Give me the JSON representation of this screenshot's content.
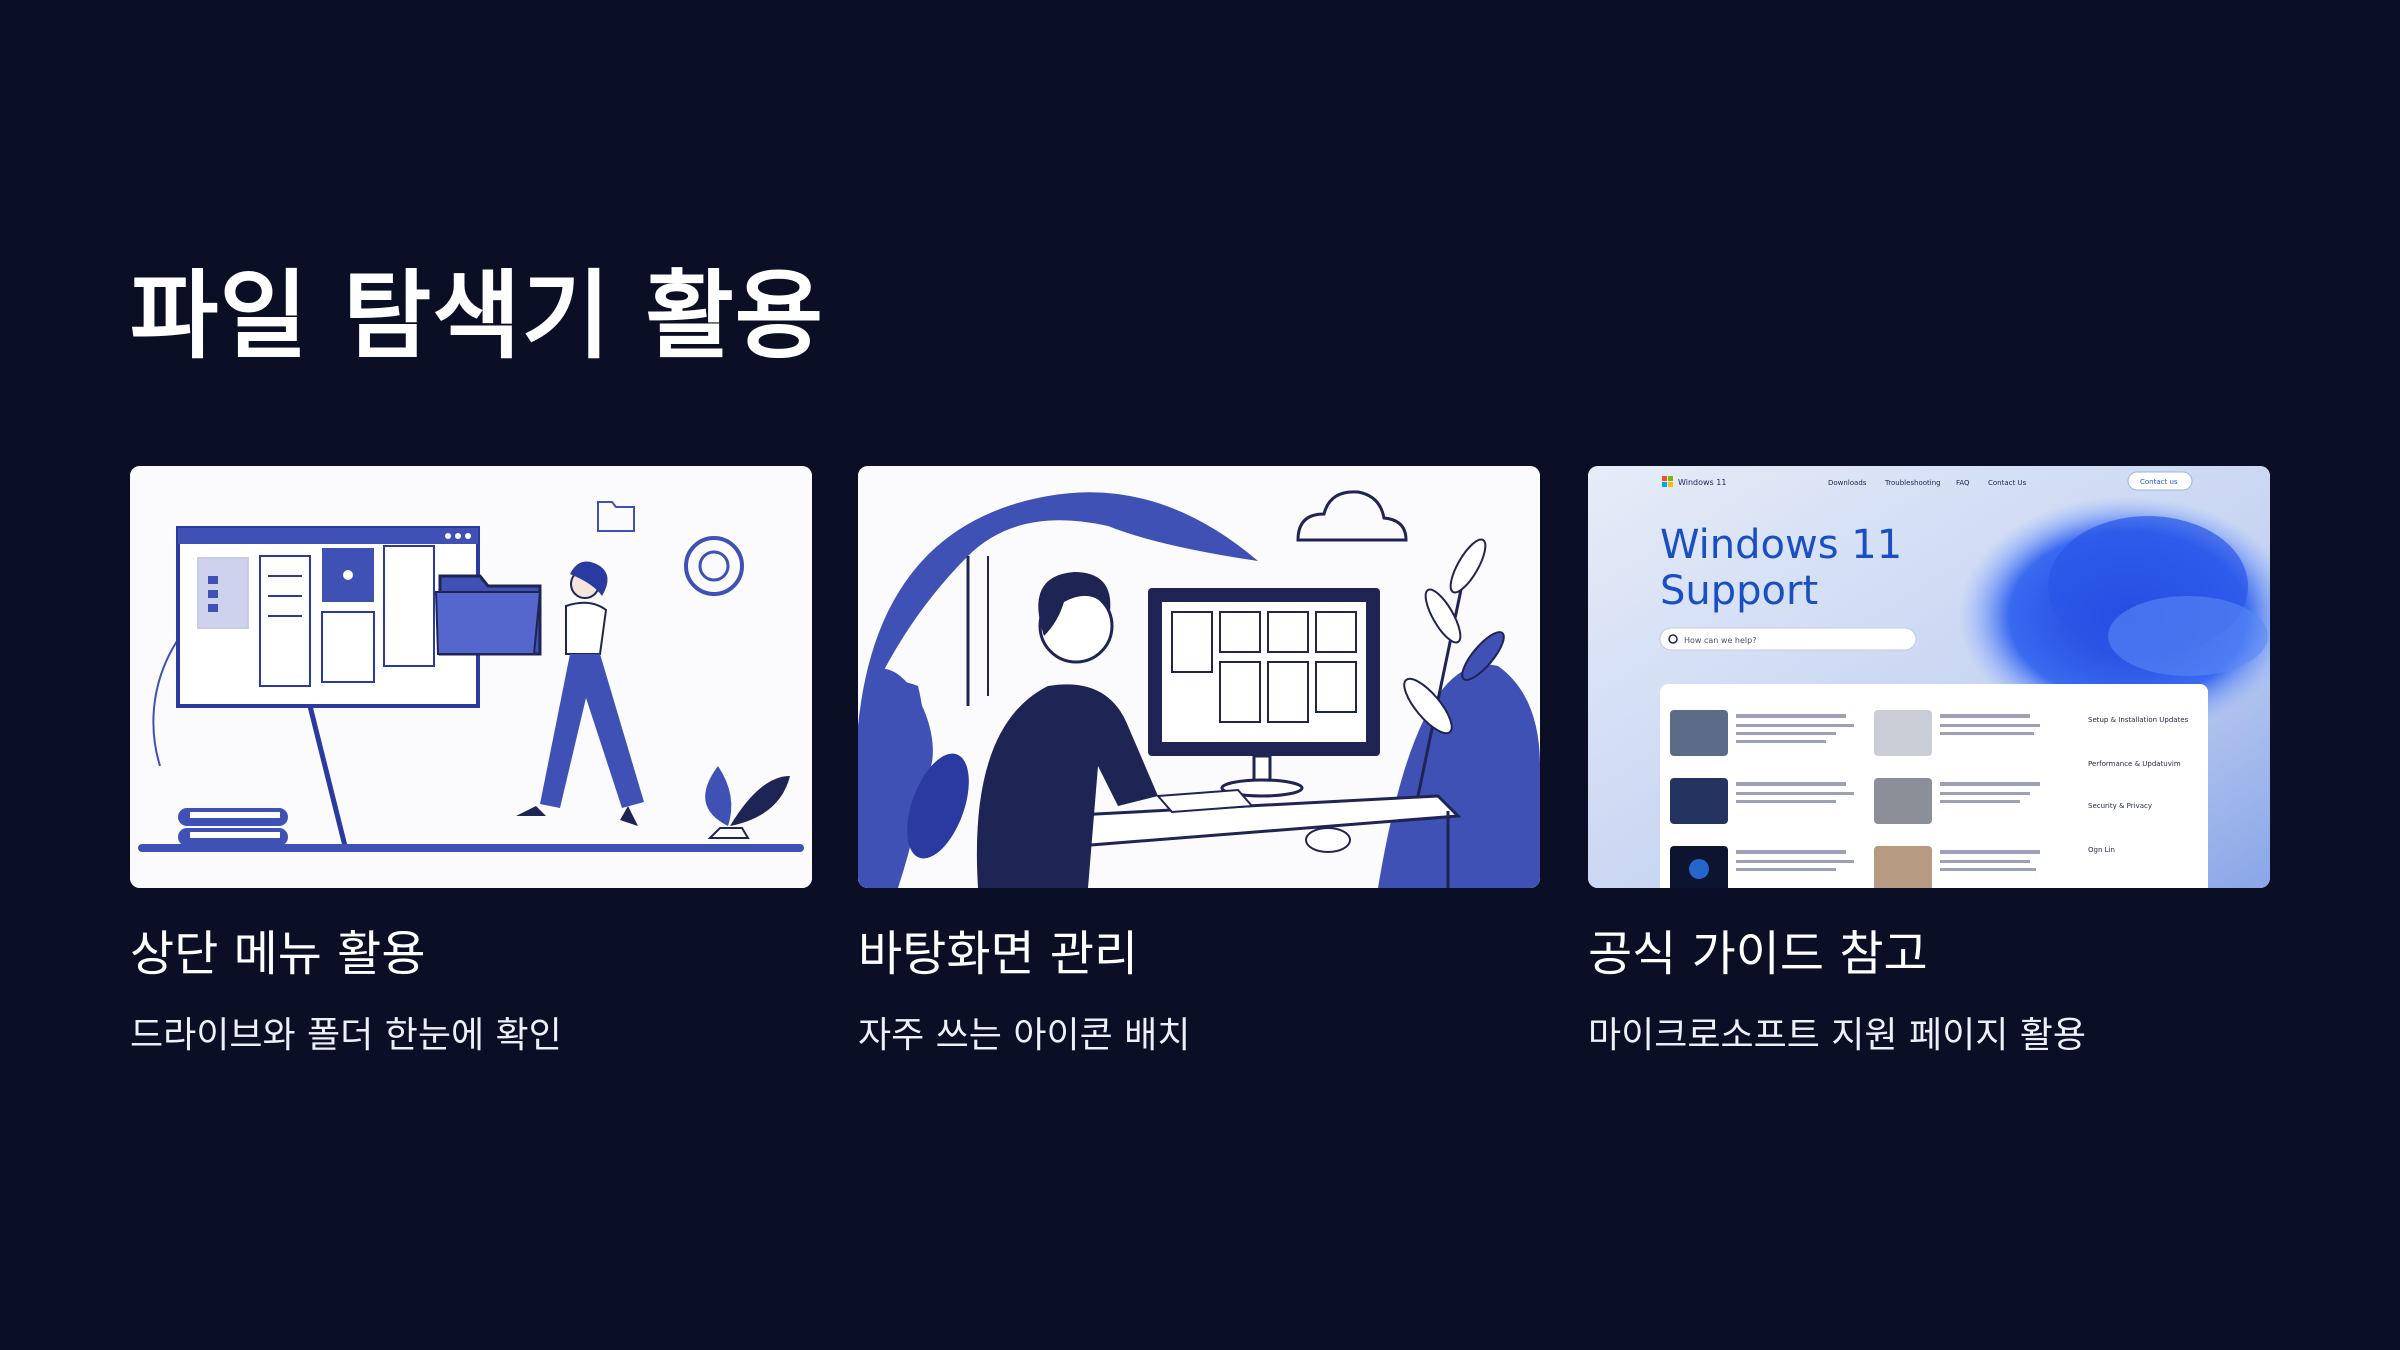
{
  "slide": {
    "title": "파일 탐색기 활용"
  },
  "cards": [
    {
      "title": "상단 메뉴 활용",
      "subtitle": "드라이브와 폴더 한눈에 확인",
      "image_icon": "file-explorer-illustration"
    },
    {
      "title": "바탕화면 관리",
      "subtitle": "자주 쓰는 아이콘 배치",
      "image_icon": "desktop-user-illustration"
    },
    {
      "title": "공식 가이드 참고",
      "subtitle": "마이크로소프트 지원 페이지 활용",
      "image_icon": "windows-support-page-screenshot"
    }
  ],
  "support_page": {
    "brand": "Windows 11",
    "nav": [
      "Downloads",
      "Troubleshooting",
      "FAQ",
      "Contact Us"
    ],
    "contact_button": "Contact us",
    "hero_line1": "Windows 11",
    "hero_line2": "Support",
    "search_placeholder": "How can we help?",
    "side_links": [
      "Setup & Installation Updates",
      "Performance & Updatuvim",
      "Security & Privacy",
      "Ogn Lin"
    ]
  },
  "colors": {
    "background": "#0b0f26",
    "accent": "#3f51b5",
    "navy": "#1e2453"
  }
}
